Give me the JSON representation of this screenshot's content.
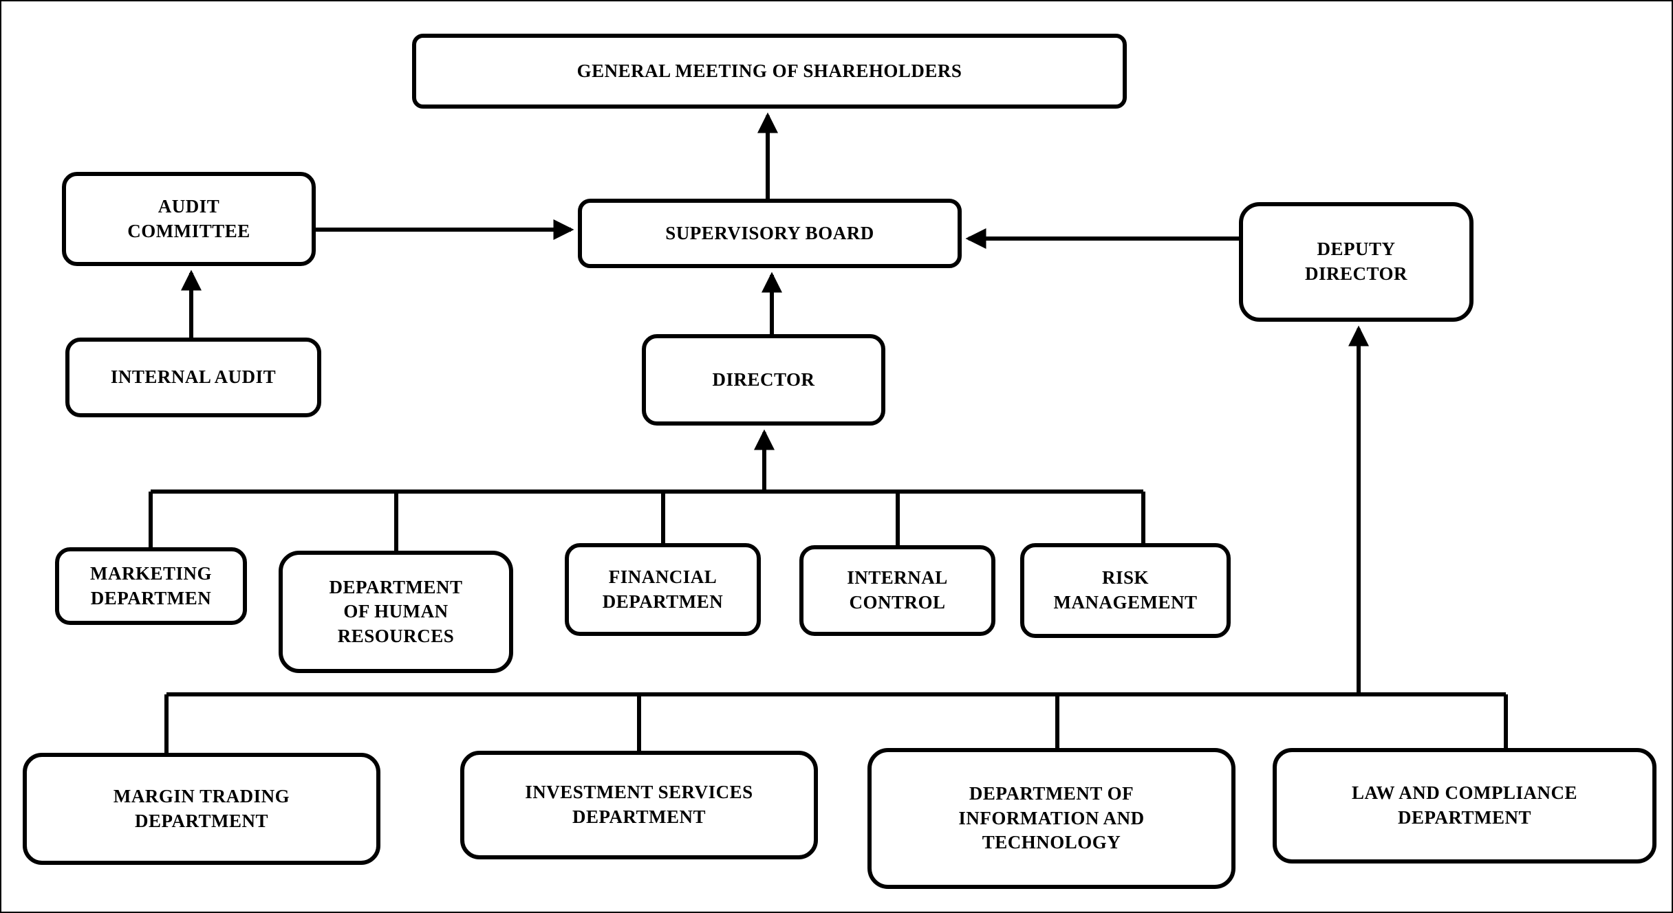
{
  "diagram": {
    "title": "Organizational structure chart",
    "colors": {
      "line": "#000000",
      "background": "#ffffff",
      "text": "#000000"
    },
    "nodes": {
      "general_meeting": "GENERAL MEETING OF SHAREHOLDERS",
      "audit_committee": "AUDIT\nCOMMITTEE",
      "supervisory_board": "SUPERVISORY BOARD",
      "deputy_director": "DEPUTY\nDIRECTOR",
      "internal_audit": "INTERNAL AUDIT",
      "director": "DIRECTOR",
      "marketing_department": "MARKETING\nDEPARTMEN",
      "human_resources": "DEPARTMENT\nOF HUMAN\nRESOURCES",
      "financial_department": "FINANCIAL\nDEPARTMEN",
      "internal_control": "INTERNAL\nCONTROL",
      "risk_management": "RISK\nMANAGEMENT",
      "margin_trading": "MARGIN TRADING\nDEPARTMENT",
      "investment_services": "INVESTMENT SERVICES\nDEPARTMENT",
      "information_technology": "DEPARTMENT OF\nINFORMATION AND\nTECHNOLOGY",
      "law_compliance": "LAW AND COMPLIANCE\nDEPARTMENT"
    },
    "edges": [
      "supervisory_board -> general_meeting",
      "audit_committee -> supervisory_board",
      "deputy_director -> supervisory_board",
      "internal_audit -> audit_committee",
      "director -> supervisory_board",
      "marketing_department, human_resources, financial_department, internal_control, risk_management -> director",
      "margin_trading, investment_services, information_technology, law_compliance -> deputy_director"
    ]
  }
}
